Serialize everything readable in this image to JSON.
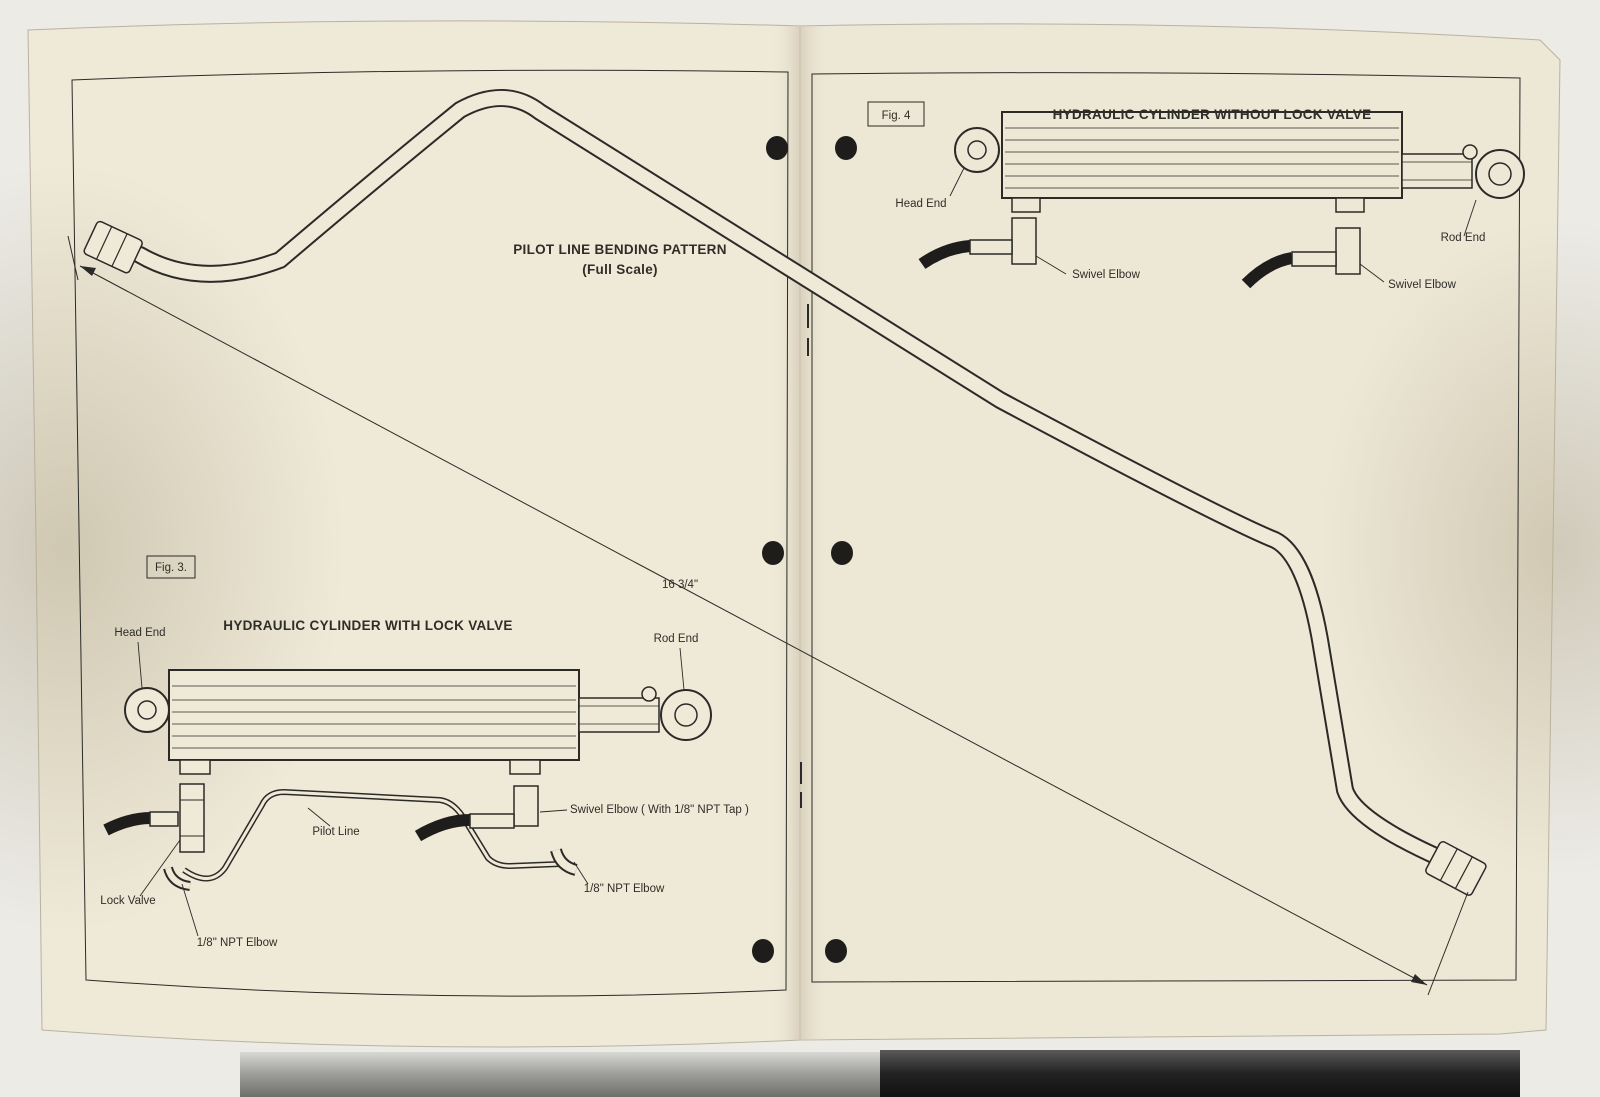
{
  "pattern": {
    "title": "PILOT LINE BENDING PATTERN",
    "subtitle": "(Full Scale)",
    "dimension": "16 3/4\""
  },
  "fig3": {
    "tag": "Fig. 3.",
    "title": "HYDRAULIC CYLINDER WITH LOCK VALVE",
    "head_end": "Head End",
    "rod_end": "Rod End",
    "pilot_line": "Pilot Line",
    "swivel_elbow": "Swivel Elbow ( With 1/8\" NPT Tap )",
    "lock_valve": "Lock Valve",
    "npt_elbow_left": "1/8\" NPT Elbow",
    "npt_elbow_right": "1/8\" NPT Elbow"
  },
  "fig4": {
    "tag": "Fig. 4",
    "title": "HYDRAULIC CYLINDER WITHOUT LOCK VALVE",
    "head_end": "Head End",
    "rod_end": "Rod End",
    "swivel_elbow_left": "Swivel Elbow",
    "swivel_elbow_right": "Swivel Elbow"
  },
  "colors": {
    "paper": "#efe9d8",
    "ink": "#2b2a27",
    "background": "#ecebe6",
    "pen_barrel": "#1c1c1c"
  }
}
